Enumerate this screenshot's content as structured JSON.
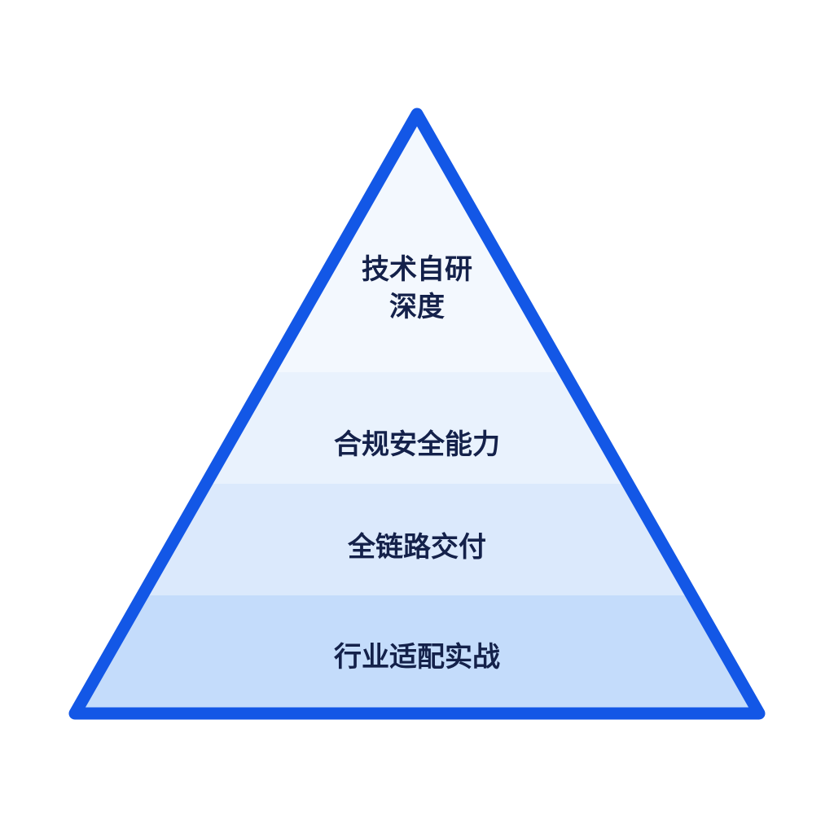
{
  "diagram": {
    "type": "pyramid",
    "levels": [
      {
        "label_lines": [
          "技术自研",
          "深度"
        ],
        "fill": "#f3f8fe"
      },
      {
        "label_lines": [
          "合规安全能力"
        ],
        "fill": "#e9f2fd"
      },
      {
        "label_lines": [
          "全链路交付"
        ],
        "fill": "#dbe9fc"
      },
      {
        "label_lines": [
          "行业适配实战"
        ],
        "fill": "#c4dcfb"
      }
    ],
    "outline_color": "#1357e6",
    "text_color": "#14214a"
  }
}
